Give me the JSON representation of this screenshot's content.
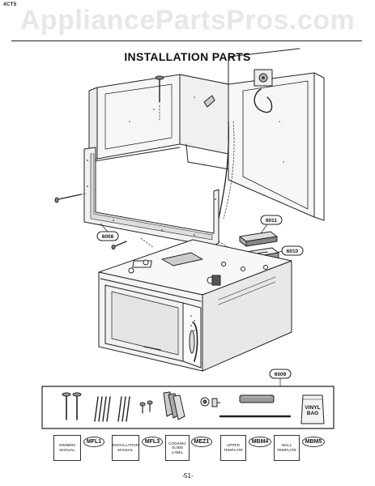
{
  "corner_code": "4CT5",
  "watermark": "AppliancePartsPros.com",
  "title": "INSTALLATION PARTS",
  "callouts": {
    "c6011": "6011",
    "c6010": "6010",
    "c6008": "6008",
    "c6009": "6009"
  },
  "kit_items": {
    "vinyl_bag": "VINYL\nBAG"
  },
  "legend": [
    {
      "label": "OWNERS\nMANUAL",
      "code": "MFL1"
    },
    {
      "label": "INSTALLATION\nMANUAL",
      "code": "MFL3"
    },
    {
      "label": "COOKING\nGUIDE\nLABEL",
      "code": "MEZ1"
    },
    {
      "label": "UPPER\nTEMPLATE",
      "code": "MBM4"
    },
    {
      "label": "WALL\nTEMPLATE",
      "code": "MBM5"
    }
  ],
  "page_number": "-51-"
}
